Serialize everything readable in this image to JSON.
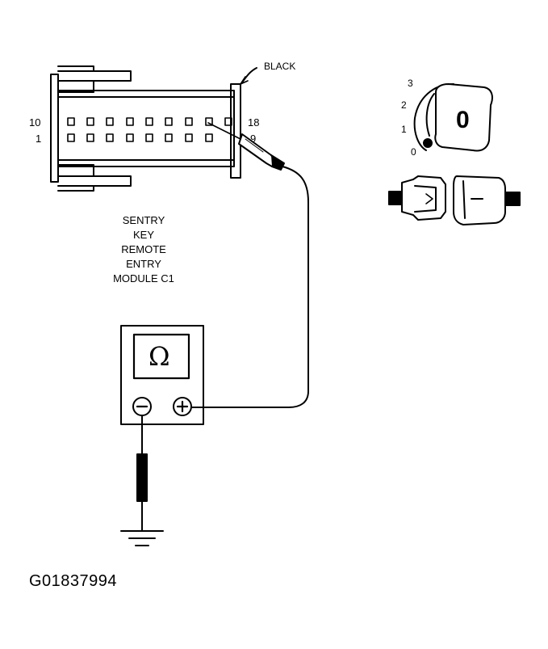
{
  "connector": {
    "color_label": "BLACK",
    "pin_labels": {
      "top_left": "10",
      "bottom_left": "1",
      "top_right": "18",
      "bottom_right": "9"
    },
    "name_lines": [
      "SENTRY",
      "KEY",
      "REMOTE",
      "ENTRY",
      "MODULE C1"
    ]
  },
  "meter": {
    "symbol": "Ω",
    "negative_symbol": "−",
    "positive_symbol": "+"
  },
  "ignition": {
    "positions": [
      "3",
      "2",
      "1",
      "0"
    ],
    "key_glyph": "0"
  },
  "figure_id": "G01837994",
  "colors": {
    "ink": "#000000",
    "paper": "#ffffff"
  }
}
